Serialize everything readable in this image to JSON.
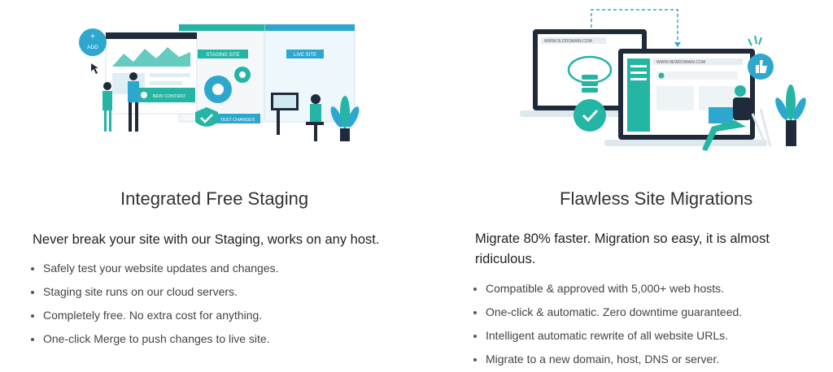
{
  "colors": {
    "accent_teal": "#24b5a4",
    "accent_blue": "#2ea7cf",
    "dark_navy": "#1f2b3a",
    "text_dark": "#333333"
  },
  "staging": {
    "illustration": {
      "add_label": "ADD",
      "new_content_label": "NEW CONTENT",
      "staging_site_label": "STAGING SITE",
      "live_site_label": "LIVE SITE",
      "test_changes_label": "TEST CHANGES"
    },
    "title": "Integrated Free Staging",
    "subtitle": "Never break your site with our Staging, works on any host.",
    "bullets": [
      "Safely test your website updates and changes.",
      "Staging site runs on our cloud servers.",
      "Completely free. No extra cost for anything.",
      "One-click Merge to push changes to live site."
    ]
  },
  "migrations": {
    "illustration": {
      "old_domain": "WWW.OLDDOMAIN.COM",
      "new_domain": "WWW.NEWDOMAIN.COM"
    },
    "title": "Flawless Site Migrations",
    "subtitle": "Migrate 80% faster. Migration so easy, it is almost ridiculous.",
    "bullets": [
      "Compatible & approved with 5,000+ web hosts.",
      "One-click & automatic. Zero downtime guaranteed.",
      "Intelligent automatic rewrite of all website URLs.",
      "Migrate to a new domain, host, DNS or server."
    ]
  }
}
